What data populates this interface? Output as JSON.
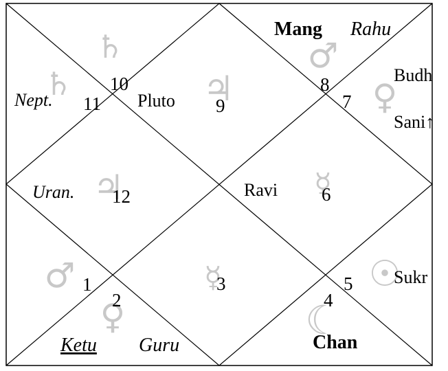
{
  "house_numbers": {
    "h1": "1",
    "h2": "2",
    "h3": "3",
    "h4": "4",
    "h5": "5",
    "h6": "6",
    "h7": "7",
    "h8": "8",
    "h9": "9",
    "h10": "10",
    "h11": "11",
    "h12": "12"
  },
  "planets": {
    "mang": "Mang",
    "rahu": "Rahu",
    "budh": "Budh",
    "sani": "Sani↑",
    "nept": "Nept.",
    "pluto": "Pluto",
    "uran": "Uran.",
    "ravi": "Ravi",
    "sukr": "Sukr",
    "ketu": "Ketu",
    "guru": "Guru",
    "chan": "Chan"
  },
  "glyphs": {
    "saturn": "♄",
    "jupiter": "♃",
    "mars": "♂",
    "venus": "♀",
    "mercury": "☿",
    "sun": "☉",
    "moon": "☾"
  },
  "colors": {
    "line": "#000000",
    "text": "#000000",
    "glyph": "#c8c8c8"
  }
}
